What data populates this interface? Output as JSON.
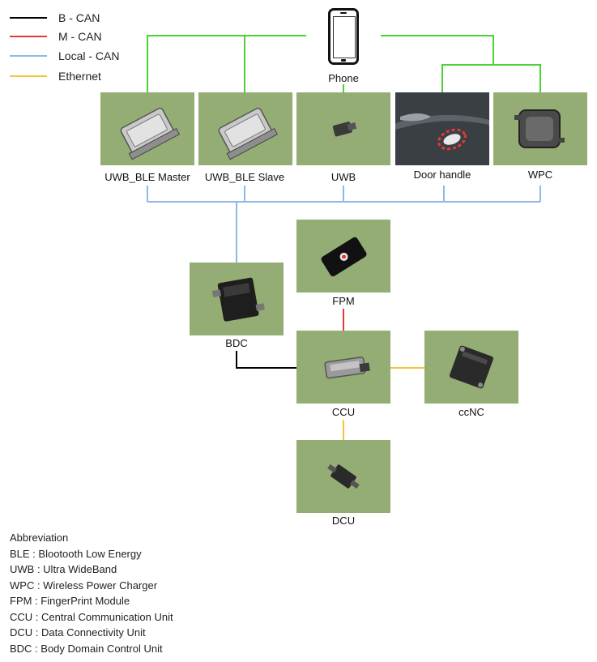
{
  "legend": [
    {
      "label": "B - CAN",
      "color": "#000000"
    },
    {
      "label": "M - CAN",
      "color": "#e53935"
    },
    {
      "label": "Local - CAN",
      "color": "#8fb8e8"
    },
    {
      "label": "Ethernet",
      "color": "#f2c53a"
    }
  ],
  "wire_colors": {
    "power": "#4cd137"
  },
  "phone": {
    "label": "Phone",
    "icon": "smartphone-icon"
  },
  "modules": {
    "uwb_ble_master": {
      "label": "UWB_BLE Master",
      "icon": "uwb-ble-module-icon"
    },
    "uwb_ble_slave": {
      "label": "UWB_BLE Slave",
      "icon": "uwb-ble-module-icon"
    },
    "uwb": {
      "label": "UWB",
      "icon": "uwb-antenna-icon"
    },
    "door_handle": {
      "label": "Door handle",
      "icon": "door-handle-icon"
    },
    "wpc": {
      "label": "WPC",
      "icon": "wireless-charger-icon"
    },
    "fpm": {
      "label": "FPM",
      "icon": "fingerprint-module-icon"
    },
    "bdc": {
      "label": "BDC",
      "icon": "control-unit-icon"
    },
    "ccu": {
      "label": "CCU",
      "icon": "communication-unit-icon"
    },
    "ccnc": {
      "label": "ccNC",
      "icon": "navigation-unit-icon"
    },
    "dcu": {
      "label": "DCU",
      "icon": "connectivity-unit-icon"
    }
  },
  "abbreviations": {
    "title": "Abbreviation",
    "items": [
      "BLE : Blootooth Low Energy",
      "UWB : Ultra WideBand",
      "WPC : Wireless Power Charger",
      "FPM : FingerPrint Module",
      "CCU : Central Communication Unit",
      "DCU : Data Connectivity Unit",
      "BDC : Body Domain Control Unit"
    ]
  }
}
